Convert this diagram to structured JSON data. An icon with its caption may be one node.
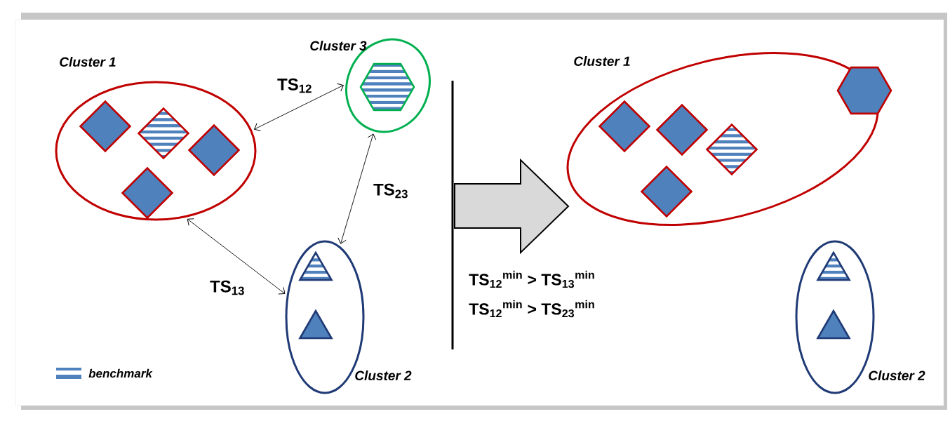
{
  "diagram": {
    "nodes": [
      {
        "text": [
          "Cluster 1"
        ]
      },
      {
        "text": [],
        "shape": "diamond",
        "in": 0
      },
      {
        "text": [],
        "shape": "diamond",
        "in": 0
      },
      {
        "text": [],
        "shape": "diamond",
        "in": 0
      },
      {
        "text": [],
        "shape": "diamond",
        "in": 0
      },
      {
        "text": [
          "Cluster 3"
        ]
      },
      {
        "text": [],
        "shape": "hexagon",
        "in": 5
      },
      {
        "text": [
          "Cluster 2"
        ]
      },
      {
        "text": [],
        "shape": "triangle",
        "in": 7
      },
      {
        "text": [],
        "shape": "triangle",
        "in": 7
      },
      {
        "text": [
          "Cluster 1"
        ]
      },
      {
        "text": [],
        "shape": "hexagon",
        "in": 10
      },
      {
        "text": [],
        "shape": "diamond",
        "in": 10
      },
      {
        "text": [],
        "shape": "diamond",
        "in": 10
      },
      {
        "text": [],
        "shape": "diamond",
        "in": 10
      },
      {
        "text": [],
        "shape": "diamond",
        "in": 10
      },
      {
        "text": [
          "Cluster 2"
        ]
      },
      {
        "text": [],
        "shape": "triangle",
        "in": 16
      },
      {
        "text": [],
        "shape": "triangle",
        "in": 16
      }
    ],
    "edges": [
      {
        "from": 0,
        "to": 5,
        "arrow": "both",
        "label": "TS$_{12}$"
      },
      {
        "from": 5,
        "to": 7,
        "arrow": "both",
        "label": "TS$_{23}$"
      },
      {
        "from": 0,
        "to": 7,
        "arrow": "both",
        "label": "TS$_{13}$"
      }
    ],
    "labels": [
      "TS$_{12}$$^{min}$ > TS$_{13}$$^{min}$",
      "TS$_{12}$$^{min}$ > TS$_{23}$$^{min}$"
    ],
    "legend": [
      {
        "text": "benchmark"
      }
    ]
  }
}
